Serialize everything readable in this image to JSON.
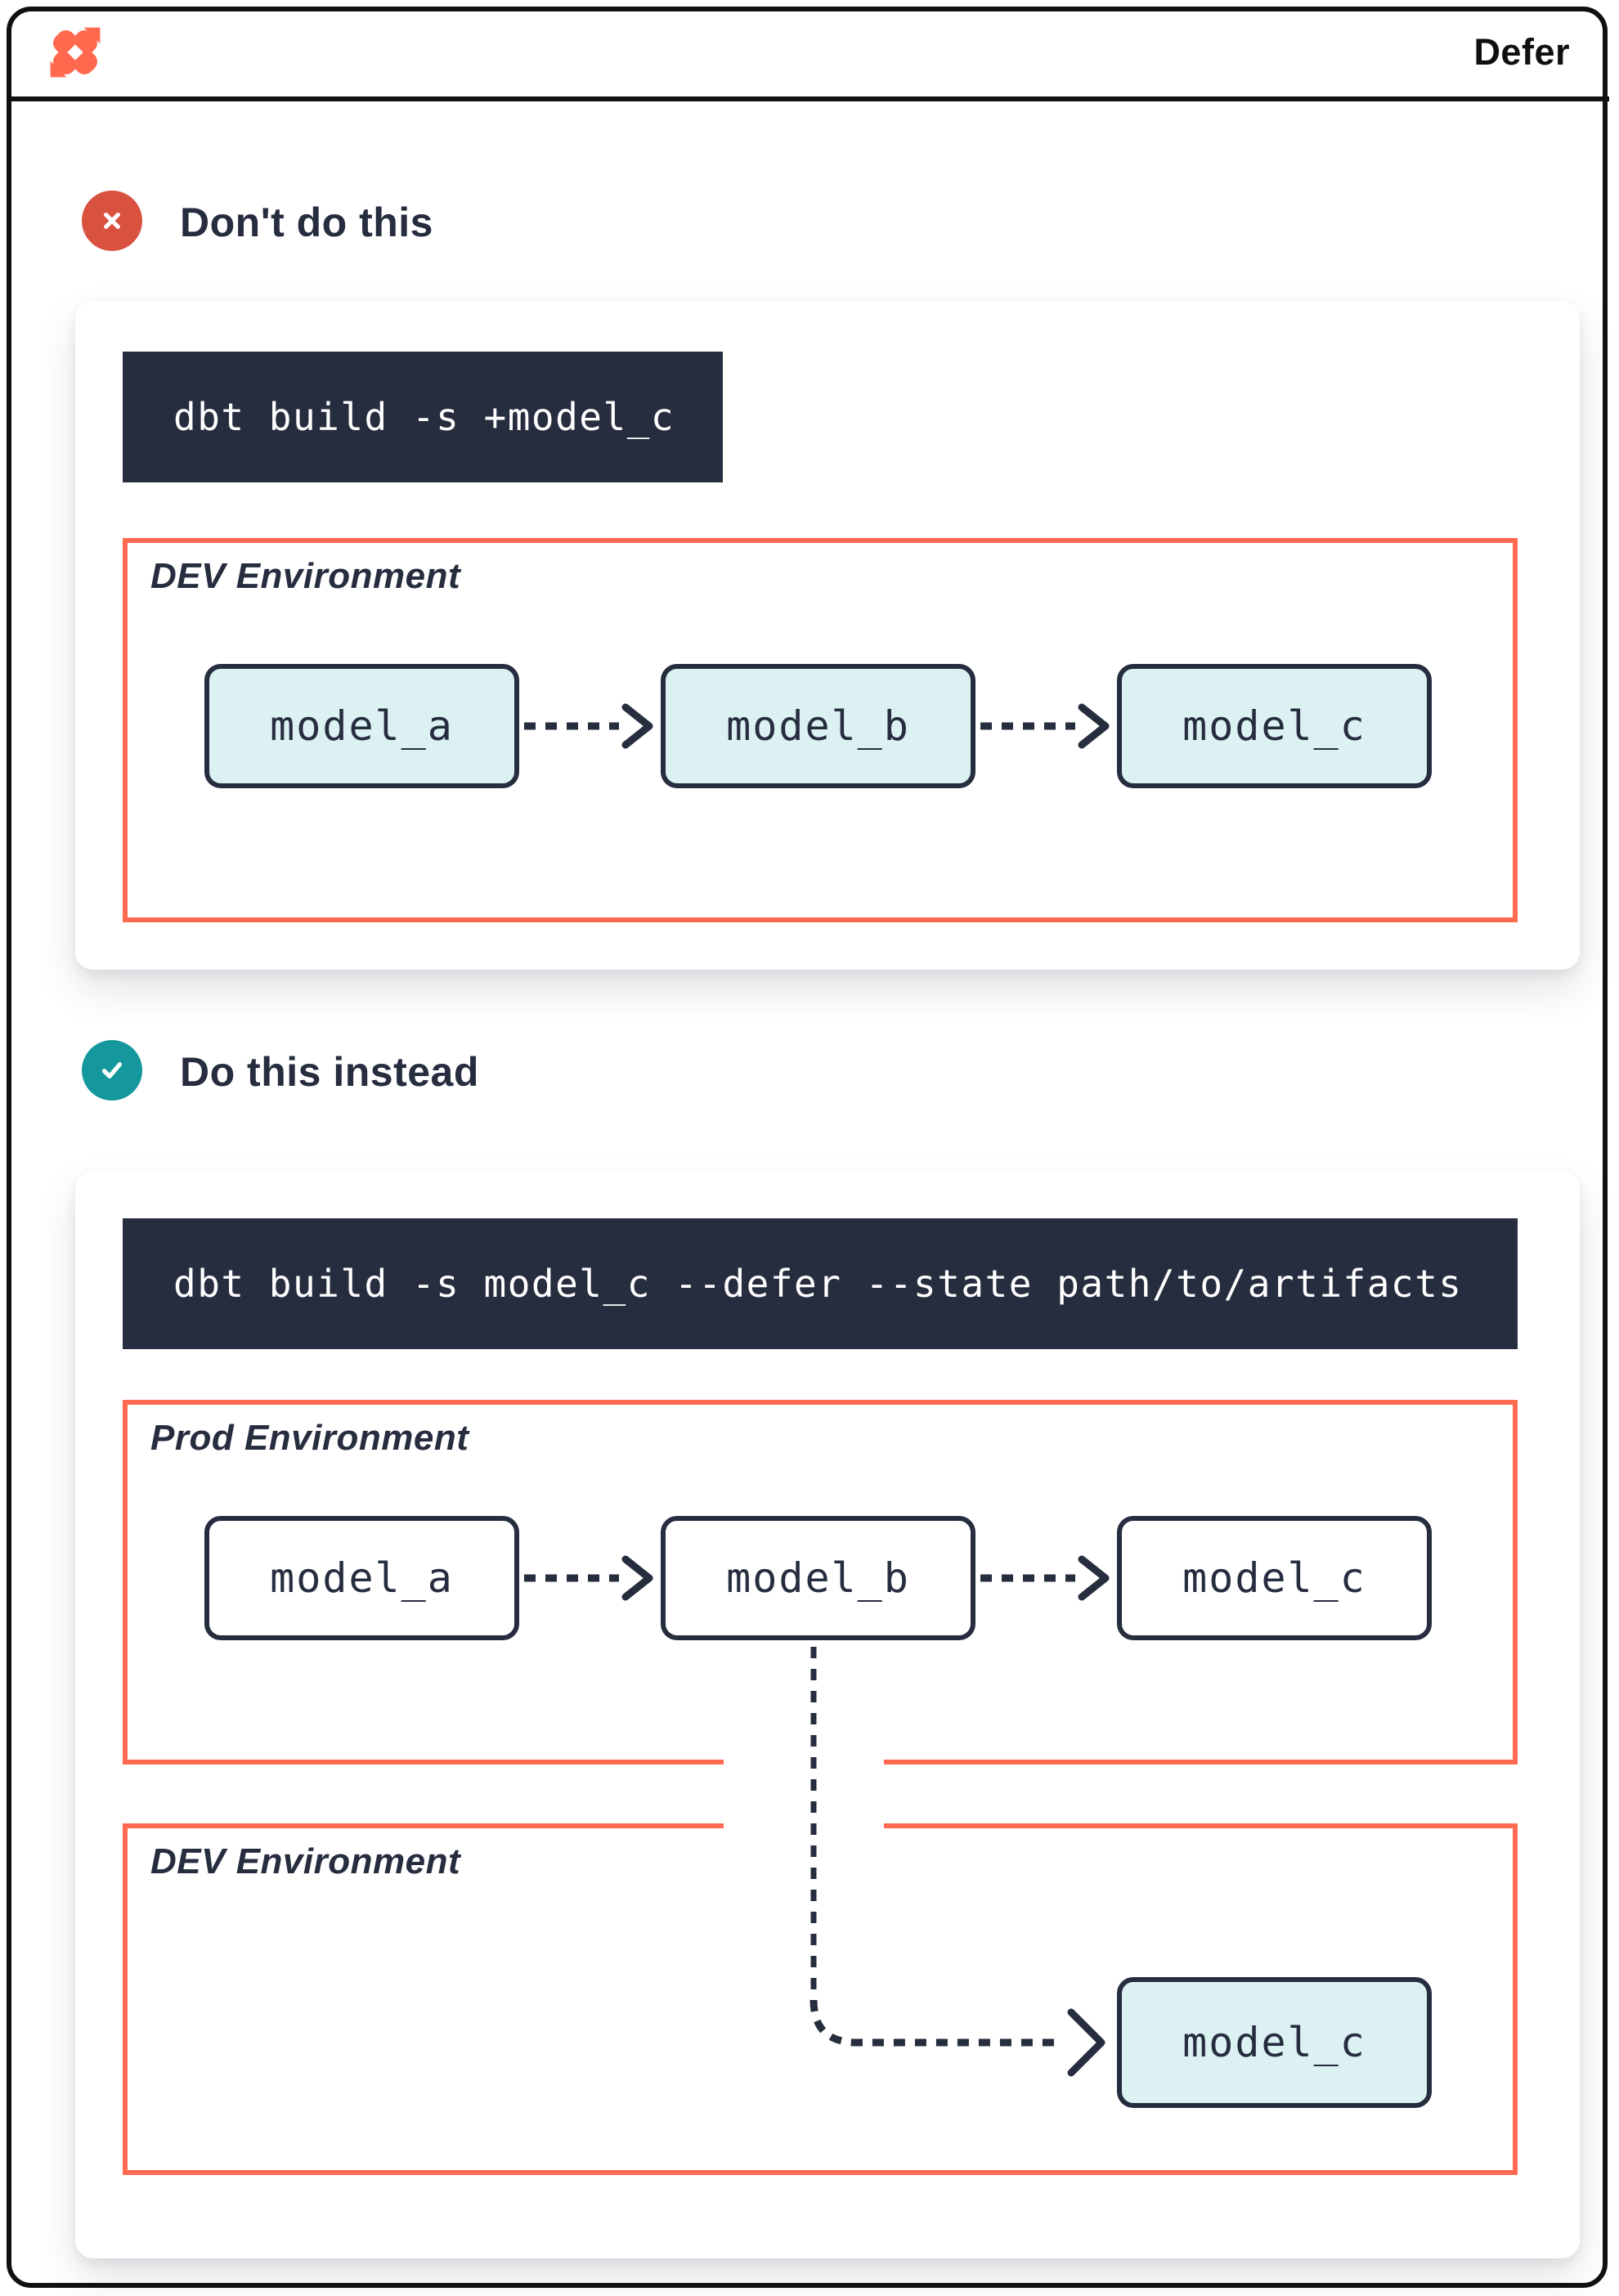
{
  "header": {
    "title": "Defer",
    "logo": "dbt-logo"
  },
  "sections": [
    {
      "heading": "Don't do this",
      "icon": "x-circle",
      "icon_color": "#D9523F",
      "command": "dbt build -s +model_c",
      "environments": [
        {
          "label": "DEV Environment",
          "models": [
            "model_a",
            "model_b",
            "model_c"
          ],
          "model_style": "teal",
          "connections": [
            "model_a -> model_b",
            "model_b -> model_c"
          ]
        }
      ]
    },
    {
      "heading": "Do this instead",
      "icon": "check-circle",
      "icon_color": "#14989E",
      "command": "dbt build -s model_c --defer --state path/to/artifacts",
      "environments": [
        {
          "label": "Prod Environment",
          "models": [
            "model_a",
            "model_b",
            "model_c"
          ],
          "model_style": "white",
          "connections": [
            "model_a -> model_b",
            "model_b -> model_c"
          ]
        },
        {
          "label": "DEV Environment",
          "models": [
            "model_c"
          ],
          "model_style": "teal",
          "connections": [
            "prod.model_b -> dev.model_c"
          ]
        }
      ]
    }
  ],
  "colors": {
    "orange_border": "#FF6A50",
    "logo_orange": "#FF6A4F",
    "navy": "#262D3F",
    "teal_fill": "#DBF1F2",
    "red_badge": "#D9523F",
    "teal_badge": "#14989E",
    "code_bg": "#262D3F",
    "frame_black": "#101010"
  }
}
